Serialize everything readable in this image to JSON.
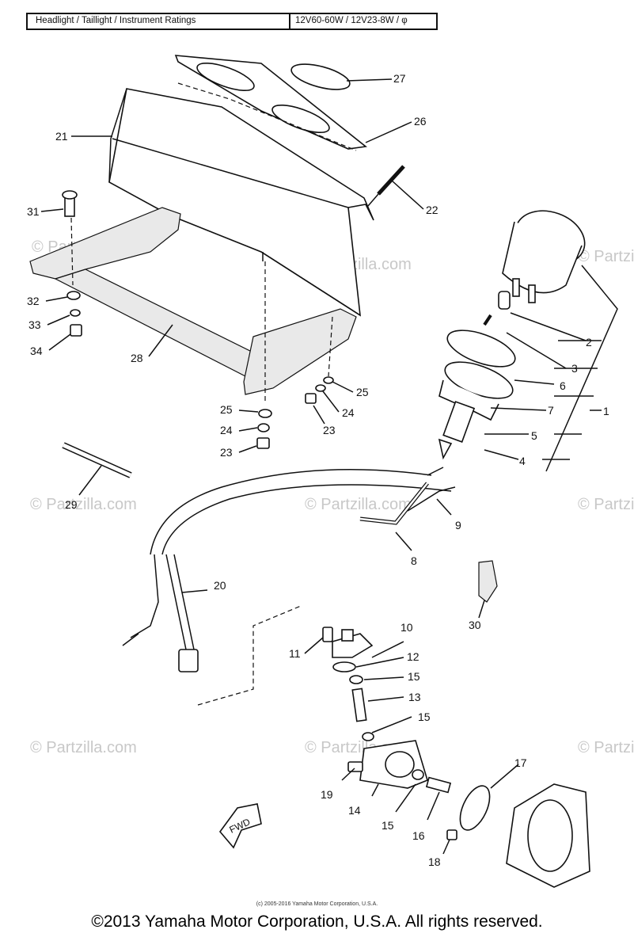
{
  "header": {
    "ratings_label": "Headlight / Taillight / Instrument Ratings",
    "ratings_value": "12V60-60W / 12V23-8W / φ"
  },
  "watermark": "© Partzilla.com",
  "fwd_label": "FWD",
  "callouts": {
    "c1": "1",
    "c2": "2",
    "c3": "3",
    "c4": "4",
    "c5": "5",
    "c6": "6",
    "c7": "7",
    "c8": "8",
    "c9": "9",
    "c10": "10",
    "c11": "11",
    "c12": "12",
    "c13": "13",
    "c14": "14",
    "c15a": "15",
    "c15b": "15",
    "c15c": "15",
    "c16": "16",
    "c17": "17",
    "c18": "18",
    "c19": "19",
    "c20": "20",
    "c21": "21",
    "c22": "22",
    "c23a": "23",
    "c23b": "23",
    "c24a": "24",
    "c24b": "24",
    "c25a": "25",
    "c25b": "25",
    "c26": "26",
    "c27": "27",
    "c28": "28",
    "c29": "29",
    "c30": "30",
    "c31": "31",
    "c32": "32",
    "c33": "33",
    "c34": "34"
  },
  "footer": {
    "small_copyright": "(c) 2005-2016 Yamaha Motor Corporation, U.S.A.",
    "copyright": "©2013 Yamaha Motor Corporation, U.S.A. All rights reserved."
  }
}
